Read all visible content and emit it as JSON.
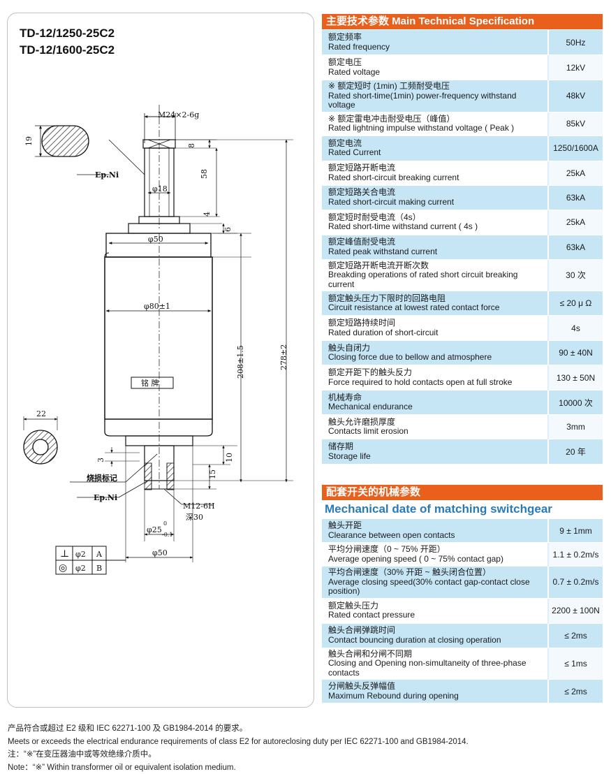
{
  "models": [
    "TD-12/1250-25C2",
    "TD-12/1600-25C2"
  ],
  "drawing": {
    "thread_label": "M24×2-6g",
    "dims": {
      "d19": "19",
      "d8": "8",
      "d58": "58",
      "d18": "φ18",
      "d4": "4",
      "d6": "6",
      "d50_top": "φ50",
      "d80": "φ80±1",
      "d208": "208±1.5",
      "d278": "278±2",
      "d22": "22",
      "d3": "3",
      "d10": "10",
      "d15": "15",
      "m12": "M12-6H",
      "depth30": "深30",
      "d25": "φ25",
      "d25_tol_upper": "0",
      "d25_tol_lower": "-0.1",
      "d50_bottom": "φ50"
    },
    "labels": {
      "ep_ni_top": "Ep.Ni",
      "ep_ni_bottom": "Ep.Ni",
      "nameplate": "铭  牌",
      "burn_mark": "烧损标记"
    },
    "tolerance_frame": [
      {
        "symbol": "⊥",
        "value": "φ2",
        "datum": "A"
      },
      {
        "symbol": "◎",
        "value": "φ2",
        "datum": "B"
      }
    ]
  },
  "main_spec": {
    "title": "主要技术参数 Main Technical Specification",
    "rows": [
      {
        "cn": "额定频率",
        "en": "Rated frequency",
        "value": "50Hz"
      },
      {
        "cn": "额定电压",
        "en": "Rated voltage",
        "value": "12kV"
      },
      {
        "cn": "※ 额定短时 (1min) 工频耐受电压",
        "en": "Rated short-time(1min) power-frequency withstand voltage",
        "value": "48kV"
      },
      {
        "cn": "※ 额定雷电冲击耐受电压（峰值）",
        "en": "Rated lightning impulse withstand voltage ( Peak )",
        "value": "85kV"
      },
      {
        "cn": "额定电流",
        "en": "Rated Current",
        "value": "1250/1600A"
      },
      {
        "cn": "额定短路开断电流",
        "en": "Rated short-circuit breaking current",
        "value": "25kA"
      },
      {
        "cn": "额定短路关合电流",
        "en": "Rated short-circuit making current",
        "value": "63kA"
      },
      {
        "cn": "额定短时耐受电流（4s）",
        "en": "Rated short-time withstand current ( 4s )",
        "value": "25kA"
      },
      {
        "cn": "额定峰值耐受电流",
        "en": "Rated peak withstand current",
        "value": "63kA"
      },
      {
        "cn": "额定短路开断电流开断次数",
        "en": "Breakding operations of rated short circuit breaking current",
        "value": "30 次"
      },
      {
        "cn": "额定触头压力下限时的回路电阻",
        "en": "Circuit resistance at lowest rated contact force",
        "value": "≤ 20 μ Ω"
      },
      {
        "cn": "额定短路持续时间",
        "en": "Rated duration of short-circuit",
        "value": "4s"
      },
      {
        "cn": "触头自闭力",
        "en": "Closing force due to bellow and atmosphere",
        "value": "90 ± 40N"
      },
      {
        "cn": "额定开距下的触头反力",
        "en": "Force required to hold contacts open at full stroke",
        "value": "130 ± 50N"
      },
      {
        "cn": "机械寿命",
        "en": "Mechanical endurance",
        "value": "10000 次"
      },
      {
        "cn": "触头允许磨损厚度",
        "en": "Contacts limit erosion",
        "value": "3mm"
      },
      {
        "cn": "储存期",
        "en": "Storage life",
        "value": "20 年"
      }
    ]
  },
  "mech_spec": {
    "title": "配套开关的机械参数",
    "subtitle": "Mechanical date of matching switchgear",
    "rows": [
      {
        "cn": "触头开距",
        "en": "Clearance between open contacts",
        "value": "9 ± 1mm"
      },
      {
        "cn": "平均分闸速度（0 ~ 75% 开距）",
        "en": "Average opening speed ( 0 ~ 75% contact gap)",
        "value": "1.1 ± 0.2m/s"
      },
      {
        "cn": "平均合闸速度（30% 开距 ~ 触头闭合位置）",
        "en": "Average closing speed(30% contact gap-contact close position)",
        "value": "0.7 ± 0.2m/s"
      },
      {
        "cn": "额定触头压力",
        "en": "Rated contact pressure",
        "value": "2200 ± 100N"
      },
      {
        "cn": "触头合闸弹跳时间",
        "en": "Contact bouncing duration at closing operation",
        "value": "≤ 2ms"
      },
      {
        "cn": "触头合闸和分闸不同期",
        "en": "Closing and Opening non-simultaneity of three-phase contacts",
        "value": "≤ 1ms"
      },
      {
        "cn": "分闸触头反弹幅值",
        "en": "Maximum Rebound during opening",
        "value": "≤ 2ms"
      }
    ]
  },
  "notes": [
    "产品符合或超过 E2 级和 IEC 62271-100 及 GB1984-2014 的要求。",
    "Meets or exceeds the electrical endurance requirements of class E2 for autoreclosing duty per IEC 62271-100 and GB1984-2014.",
    "注：“※”在变压器油中或等效绝缘介质中。",
    "Note：“※” Within transformer oil or equivalent isolation medium."
  ],
  "colors": {
    "header_orange": "#e8601c",
    "row_blue": "#c6e6f6",
    "subtitle_blue": "#2a7ab8"
  }
}
